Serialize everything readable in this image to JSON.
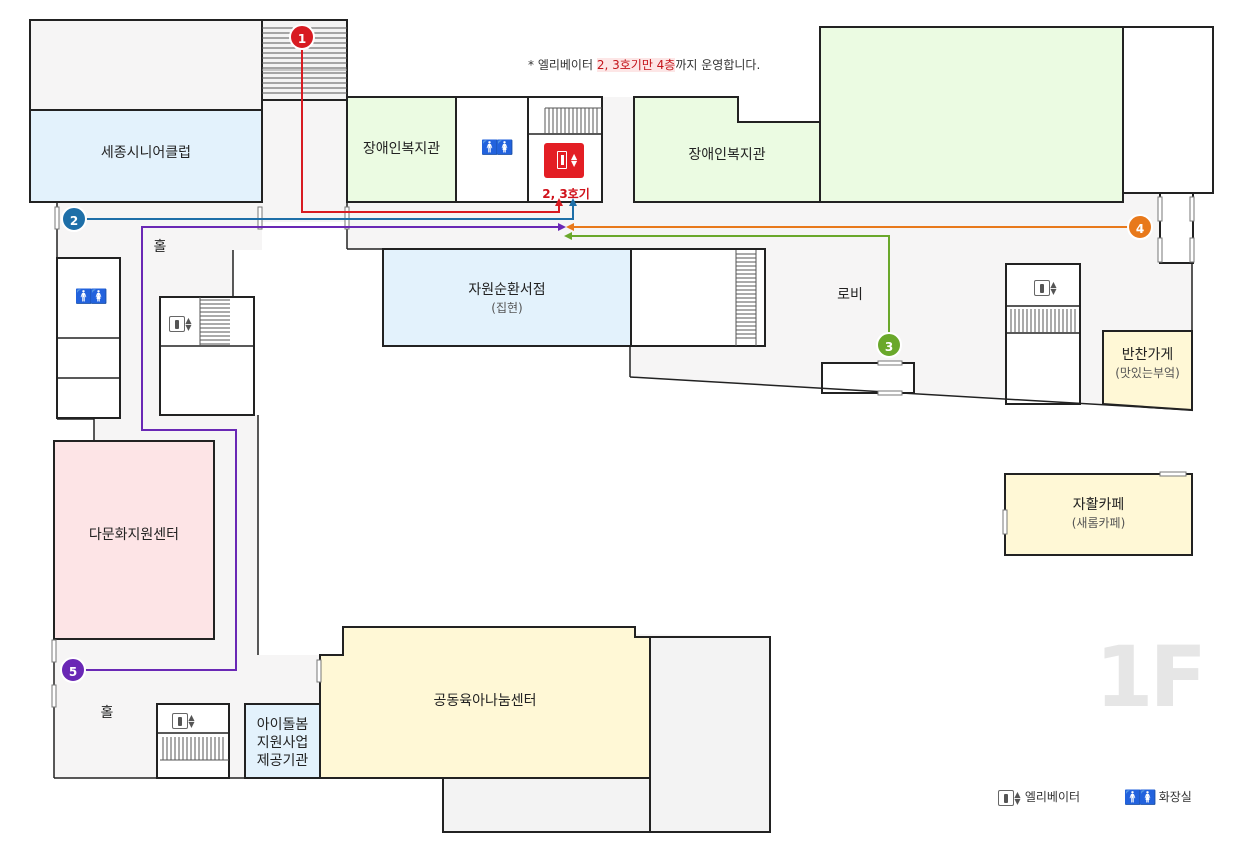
{
  "note": {
    "prefix": "* 엘리베이터 ",
    "highlight": "2, 3호기만 4층",
    "suffix": "까지 운영합니다."
  },
  "rooms": {
    "sejong": "세종시니어클럽",
    "disability_left": "장애인복지관",
    "disability_right": "장애인복지관",
    "resource": {
      "name": "자원순환서점",
      "sub": "(집현)"
    },
    "lobby": "로비",
    "hall_top": "홀",
    "hall_bottom": "홀",
    "side_shop": {
      "name": "반찬가게",
      "sub": "(맛있는부엌)"
    },
    "cafe": {
      "name": "자활카페",
      "sub": "(새롬카페)"
    },
    "multicultural": "다문화지원센터",
    "childcare_center": "공동육아나눔센터",
    "child_care_support": {
      "line1": "아이돌봄",
      "line2": "지원사업",
      "line3": "제공기관"
    }
  },
  "elevator_main_label": "2, 3호기",
  "routes": [
    {
      "number": "1",
      "color": "#d81b22"
    },
    {
      "number": "2",
      "color": "#1e6fa8"
    },
    {
      "number": "3",
      "color": "#6aa82b"
    },
    {
      "number": "4",
      "color": "#e8791b"
    },
    {
      "number": "5",
      "color": "#6a28b5"
    }
  ],
  "floor": "1F",
  "legend": {
    "elevator": "엘리베이터",
    "restroom": "화장실"
  },
  "colors": {
    "blue_room": "#e3f2fc",
    "green_room": "#ebfbe2",
    "yellow_room": "#fff8d6",
    "pink_room": "#fde4e6",
    "corridor": "#f6f5f5",
    "wall": "#222222"
  }
}
